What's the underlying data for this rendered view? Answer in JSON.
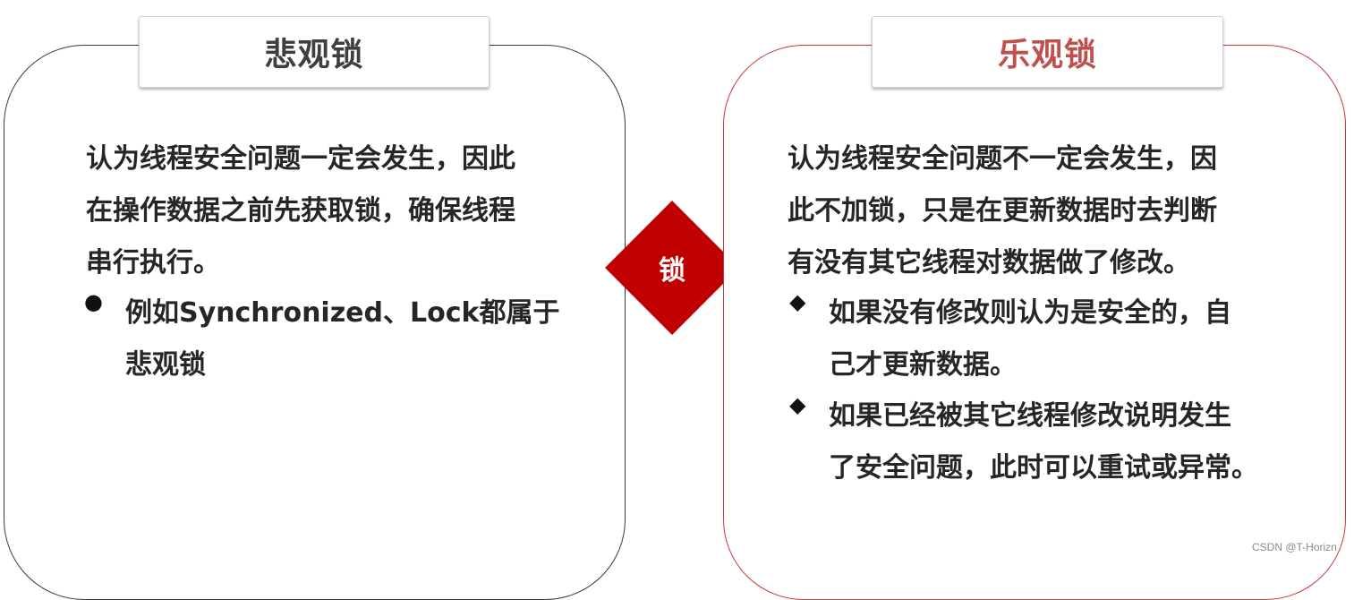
{
  "pessimistic": {
    "title": "悲观锁",
    "description_lines": [
      "认为线程安全问题一定会发生，因此",
      "在操作数据之前先获取锁，确保线程",
      "串行执行。"
    ],
    "bullet": {
      "marker": "●",
      "lines": [
        "例如Synchronized、Lock都属于",
        "悲观锁"
      ]
    }
  },
  "center": {
    "label": "锁"
  },
  "optimistic": {
    "title": "乐观锁",
    "description_lines": [
      "认为线程安全问题不一定会发生，因",
      "此不加锁，只是在更新数据时去判断",
      "有没有其它线程对数据做了修改。"
    ],
    "bullets": [
      {
        "marker": "◆",
        "lines": [
          "如果没有修改则认为是安全的，自",
          "己才更新数据。"
        ]
      },
      {
        "marker": "◆",
        "lines": [
          "如果已经被其它线程修改说明发生",
          "了安全问题，此时可以重试或异常。"
        ]
      }
    ]
  },
  "watermark": "CSDN @T-Horizn",
  "colors": {
    "accent_red": "#c00000",
    "title_red": "#c0504d",
    "text_dark": "#262626"
  }
}
